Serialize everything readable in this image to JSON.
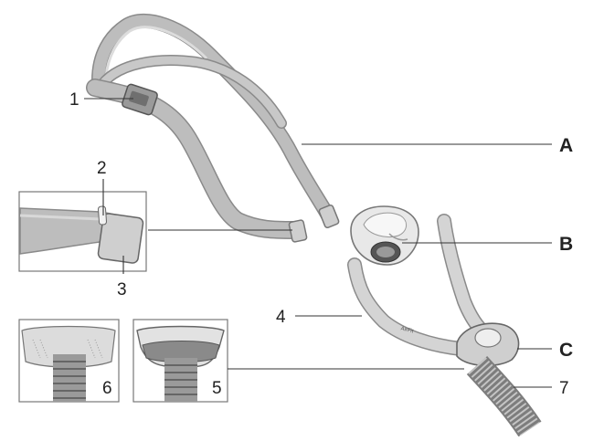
{
  "labels": {
    "n1": "1",
    "n2": "2",
    "n3": "3",
    "n4": "4",
    "n5": "5",
    "n6": "6",
    "n7": "7",
    "A": "A",
    "B": "B",
    "C": "C"
  },
  "brand_text": "AirFit",
  "colors": {
    "strap_fill": "#bdbdbd",
    "strap_edge": "#8a8a8a",
    "strap_light": "#dcdcdc",
    "cushion_fill": "#e8e8e8",
    "line": "#333333"
  }
}
